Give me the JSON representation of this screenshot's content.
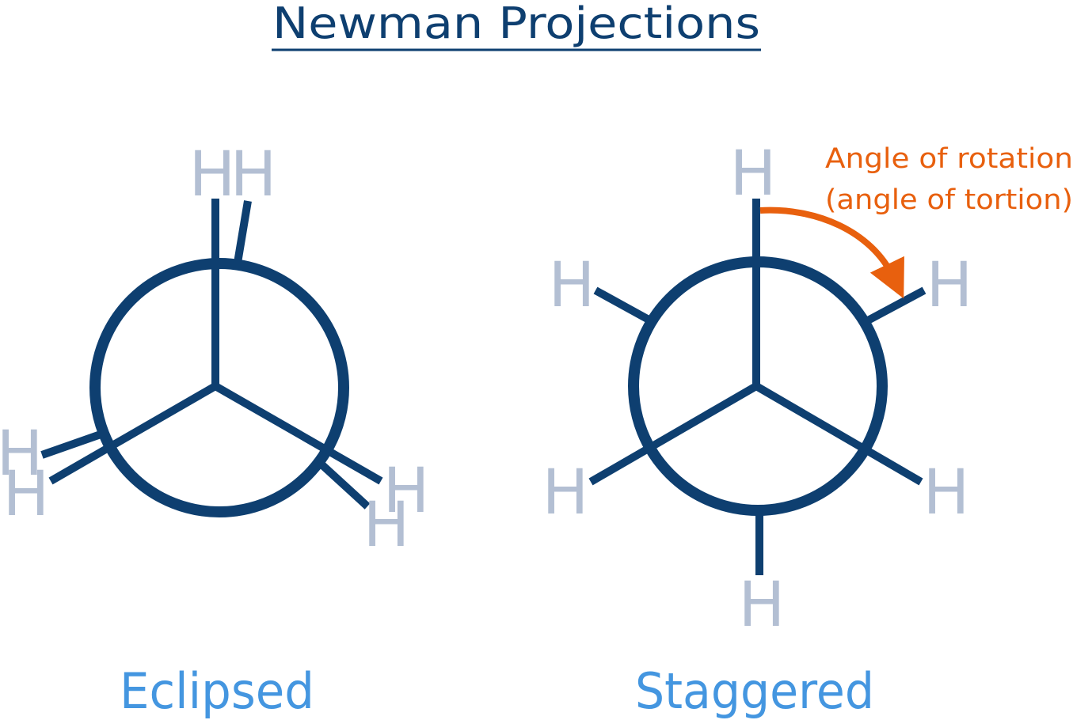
{
  "title": "Newman Projections",
  "colors": {
    "bond": "#0e3f70",
    "atom": "#b3bfd3",
    "caption": "#4496e0",
    "annotation": "#e8600e"
  },
  "eclipsed": {
    "caption": "Eclipsed",
    "atoms": {
      "front_top": "H",
      "back_top": "H",
      "front_left": "H",
      "back_left": "H",
      "front_right": "H",
      "back_right": "H"
    }
  },
  "staggered": {
    "caption": "Staggered",
    "atoms": {
      "front_top": "H",
      "back_upper_left": "H",
      "back_upper_right": "H",
      "front_lower_left": "H",
      "front_lower_right": "H",
      "back_bottom": "H"
    },
    "annotation": {
      "line1": "Angle of rotation",
      "line2": "(angle of tortion)"
    }
  }
}
